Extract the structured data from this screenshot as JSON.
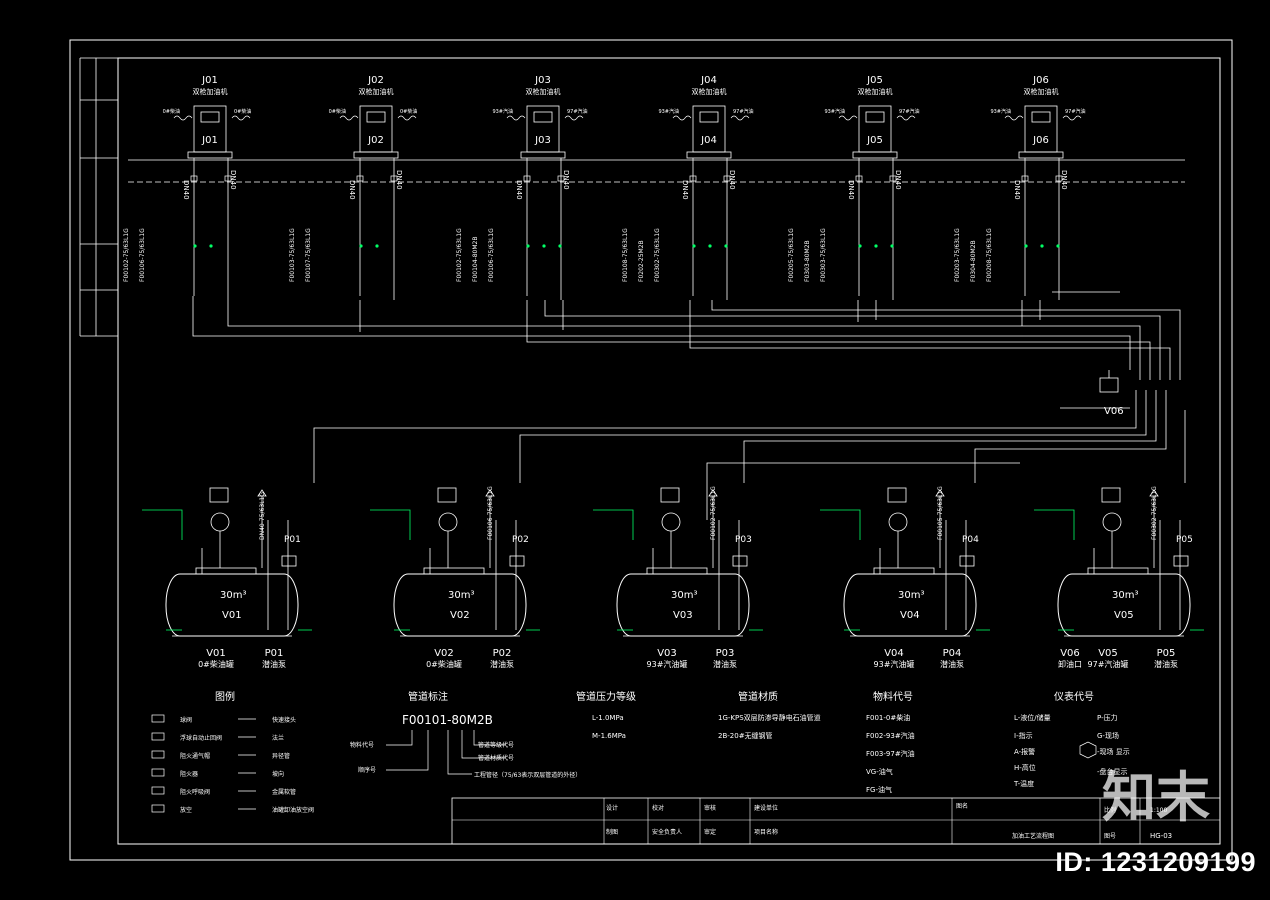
{
  "dispensers": [
    {
      "id": "J01",
      "type": "双枪加油机",
      "left_tag": "0#柴油",
      "right_tag": "0#柴油",
      "dn_left": "DN40",
      "dn_right": "DN40",
      "lines": [
        "F00102-75/63L1G",
        "F00106-75/63L1G"
      ]
    },
    {
      "id": "J02",
      "type": "双枪加油机",
      "left_tag": "0#柴油",
      "right_tag": "0#柴油",
      "dn_left": "DN40",
      "dn_right": "DN40",
      "lines": [
        "F00103-75/63L1G",
        "F00107-75/63L1G"
      ]
    },
    {
      "id": "J03",
      "type": "双枪加油机",
      "left_tag": "93#汽油",
      "right_tag": "97#汽油",
      "dn_left": "DN40",
      "dn_right": "DN40",
      "lines": [
        "F00102-75/63L1G",
        "F00104-80M2B",
        "F00106-75/63L1G"
      ]
    },
    {
      "id": "J04",
      "type": "双枪加油机",
      "left_tag": "93#汽油",
      "right_tag": "97#汽油",
      "dn_left": "DN40",
      "dn_right": "DN40",
      "lines": [
        "F00108-75/63L1G",
        "F0202-25M2B",
        "F00302-75/63L1G"
      ]
    },
    {
      "id": "J05",
      "type": "双枪加油机",
      "left_tag": "93#汽油",
      "right_tag": "97#汽油",
      "dn_left": "DN40",
      "dn_right": "DN40",
      "lines": [
        "F00205-75/63L1G",
        "F0303-80M2B",
        "F00303-75/63L1G"
      ]
    },
    {
      "id": "J06",
      "type": "双枪加油机",
      "left_tag": "93#汽油",
      "right_tag": "97#汽油",
      "dn_left": "DN40",
      "dn_right": "DN40",
      "lines": [
        "F00203-75/63L1G",
        "F0304-80M2B",
        "F00208-75/63L1G"
      ]
    }
  ],
  "tanks": [
    {
      "id": "V01",
      "vol": "30m³",
      "pump": "P01",
      "label": "0#柴油罐",
      "pump_label": "潜油泵",
      "pipe_tag": "DN40-75/63L1G"
    },
    {
      "id": "V02",
      "vol": "30m³",
      "pump": "P02",
      "label": "0#柴油罐",
      "pump_label": "潜油泵",
      "pipe_tag": "F00106-75/63L1G"
    },
    {
      "id": "V03",
      "vol": "30m³",
      "pump": "P03",
      "label": "93#汽油罐",
      "pump_label": "潜油泵",
      "pipe_tag": "F00102-75/63L1G"
    },
    {
      "id": "V04",
      "vol": "30m³",
      "pump": "P04",
      "label": "93#汽油罐",
      "pump_label": "潜油泵",
      "pipe_tag": "F00105-75/63L1G"
    },
    {
      "id": "V05",
      "vol": "30m³",
      "pump": "P05",
      "label": "97#汽油罐",
      "pump_label": "潜油泵",
      "pipe_tag": "F00302-75/63L1G"
    }
  ],
  "v06": {
    "id": "V06",
    "label": "卸油口"
  },
  "legend": {
    "title": "图例",
    "items_left": [
      "球阀",
      "浮球自动止回阀",
      "阻火通气帽",
      "阻火器",
      "阻火呼吸阀",
      "放空"
    ],
    "items_right": [
      "快速接头",
      "法兰",
      "异径管",
      "坡向",
      "金属软管",
      "油罐卸油放空阀"
    ]
  },
  "pipe_note": {
    "title": "管道标注",
    "code": "F00101-80M2B",
    "parts": [
      "物料代号",
      "顺序号",
      "管道等级代号",
      "管道材质代号",
      "工程管径（75/63表示双层管道的外径）"
    ]
  },
  "pressure": {
    "title": "管道压力等级",
    "items": [
      "L-1.0MPa",
      "M-1.6MPa"
    ]
  },
  "material": {
    "title": "管道材质",
    "items": [
      "1G-KPS双层防渗导静电石油管道",
      "2B-20#无缝钢管"
    ]
  },
  "product_codes": {
    "title": "物料代号",
    "items": [
      "F001-0#柴油",
      "F002-93#汽油",
      "F003-97#汽油",
      "VG-油气",
      "FG-油气"
    ]
  },
  "instrument_codes": {
    "title": "仪表代号",
    "items": [
      "L-液位/储量",
      "P-压力",
      "I-指示",
      "G-现场",
      "A-报警",
      "-现场  显示",
      "H-高位",
      "T-温度",
      "-盘台显示"
    ]
  },
  "title_block": {
    "designer": "设计",
    "check": "校对",
    "review": "审核",
    "unit": "建设单位",
    "draw": "制图",
    "safety": "安全负责人",
    "approve": "审定",
    "project": "项目名称",
    "drawing_title": "加油工艺流程图",
    "sheet_label": "图号",
    "sheet_no": "HG-03",
    "scale": "比例",
    "scale_val": "1:100",
    "fig": "图名"
  },
  "branding": {
    "watermark_id": "ID: 1231209199",
    "brand": "知末"
  },
  "colors": {
    "line": "#ffffff",
    "accent": "#00ff66",
    "bg": "#000000"
  }
}
